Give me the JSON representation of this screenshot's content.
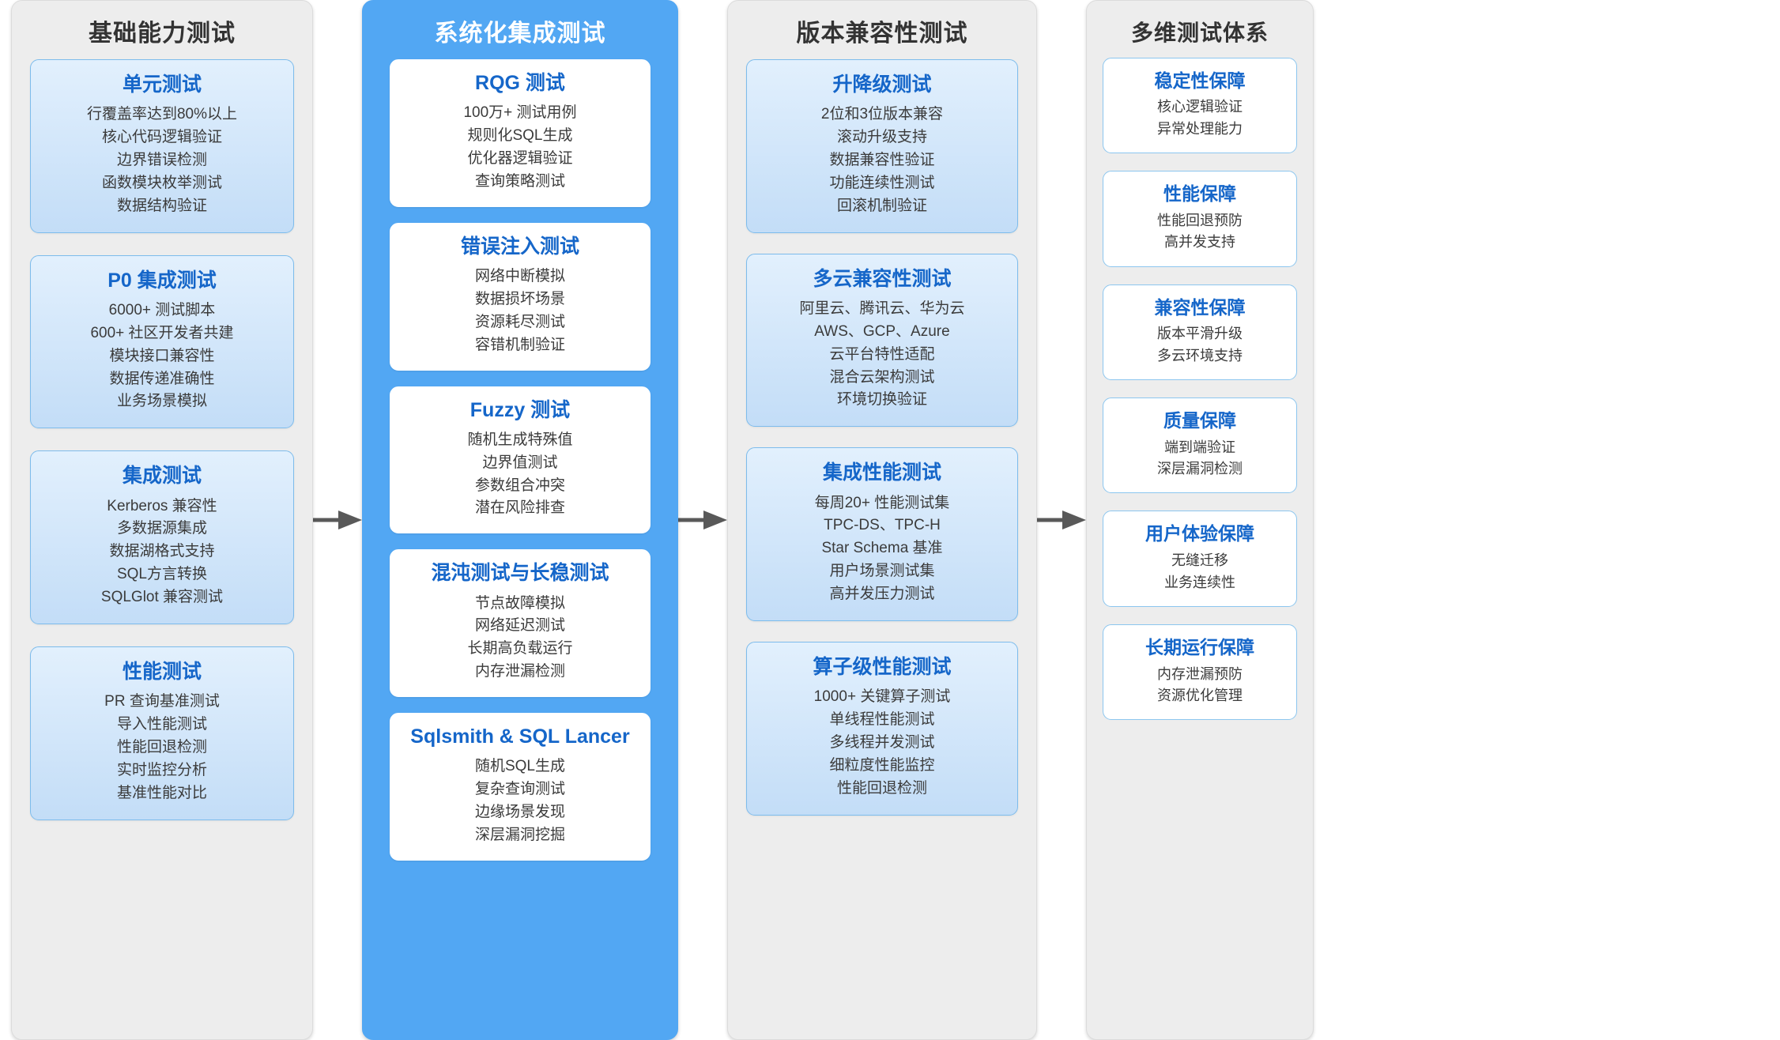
{
  "arrow_color": "#595959",
  "accent_blue": "#52a7f3",
  "card_title_color": "#1566c9",
  "panel_title_color": "#333333",
  "columns": [
    {
      "title": "基础能力测试",
      "style": "grey",
      "cards": [
        {
          "title": "单元测试",
          "lines": [
            "行覆盖率达到80%以上",
            "核心代码逻辑验证",
            "边界错误检测",
            "函数模块枚举测试",
            "数据结构验证"
          ]
        },
        {
          "title": "P0 集成测试",
          "lines": [
            "6000+ 测试脚本",
            "600+ 社区开发者共建",
            "模块接口兼容性",
            "数据传递准确性",
            "业务场景模拟"
          ]
        },
        {
          "title": "集成测试",
          "lines": [
            "Kerberos 兼容性",
            "多数据源集成",
            "数据湖格式支持",
            "SQL方言转换",
            "SQLGlot 兼容测试"
          ]
        },
        {
          "title": "性能测试",
          "lines": [
            "PR 查询基准测试",
            "导入性能测试",
            "性能回退检测",
            "实时监控分析",
            "基准性能对比"
          ]
        }
      ]
    },
    {
      "title": "系统化集成测试",
      "style": "blue",
      "cards": [
        {
          "title": "RQG 测试",
          "lines": [
            "100万+ 测试用例",
            "规则化SQL生成",
            "优化器逻辑验证",
            "查询策略测试"
          ]
        },
        {
          "title": "错误注入测试",
          "lines": [
            "网络中断模拟",
            "数据损坏场景",
            "资源耗尽测试",
            "容错机制验证"
          ]
        },
        {
          "title": "Fuzzy 测试",
          "lines": [
            "随机生成特殊值",
            "边界值测试",
            "参数组合冲突",
            "潜在风险排查"
          ]
        },
        {
          "title": "混沌测试与长稳测试",
          "lines": [
            "节点故障模拟",
            "网络延迟测试",
            "长期高负载运行",
            "内存泄漏检测"
          ]
        },
        {
          "title": "Sqlsmith & SQL Lancer",
          "lines": [
            "随机SQL生成",
            "复杂查询测试",
            "边缘场景发现",
            "深层漏洞挖掘"
          ]
        }
      ]
    },
    {
      "title": "版本兼容性测试",
      "style": "grey",
      "cards": [
        {
          "title": "升降级测试",
          "lines": [
            "2位和3位版本兼容",
            "滚动升级支持",
            "数据兼容性验证",
            "功能连续性测试",
            "回滚机制验证"
          ]
        },
        {
          "title": "多云兼容性测试",
          "lines": [
            "阿里云、腾讯云、华为云",
            "AWS、GCP、Azure",
            "云平台特性适配",
            "混合云架构测试",
            "环境切换验证"
          ]
        },
        {
          "title": "集成性能测试",
          "lines": [
            "每周20+ 性能测试集",
            "TPC-DS、TPC-H",
            "Star Schema 基准",
            "用户场景测试集",
            "高并发压力测试"
          ]
        },
        {
          "title": "算子级性能测试",
          "lines": [
            "1000+ 关键算子测试",
            "单线程性能测试",
            "多线程并发测试",
            "细粒度性能监控",
            "性能回退检测"
          ]
        }
      ]
    },
    {
      "title": "多维测试体系",
      "style": "grey",
      "cards": [
        {
          "title": "稳定性保障",
          "lines": [
            "核心逻辑验证",
            "异常处理能力"
          ]
        },
        {
          "title": "性能保障",
          "lines": [
            "性能回退预防",
            "高并发支持"
          ]
        },
        {
          "title": "兼容性保障",
          "lines": [
            "版本平滑升级",
            "多云环境支持"
          ]
        },
        {
          "title": "质量保障",
          "lines": [
            "端到端验证",
            "深层漏洞检测"
          ]
        },
        {
          "title": "用户体验保障",
          "lines": [
            "无缝迁移",
            "业务连续性"
          ]
        },
        {
          "title": "长期运行保障",
          "lines": [
            "内存泄漏预防",
            "资源优化管理"
          ]
        }
      ]
    }
  ],
  "arrows": [
    {
      "name": "arrow-col1-to-col2"
    },
    {
      "name": "arrow-col2-to-col3"
    },
    {
      "name": "arrow-col3-to-col4"
    }
  ]
}
